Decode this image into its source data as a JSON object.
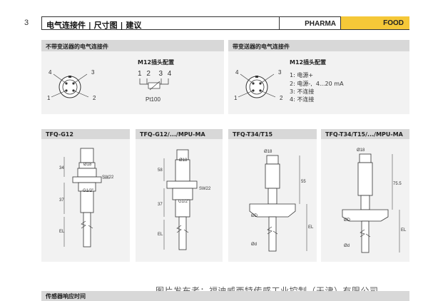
{
  "page_number": "3",
  "header": {
    "title": "电气连接件 | 尺寸图 | 建议",
    "pharma": "PHARMA",
    "food": "FOOD",
    "food_color": "#f5c838"
  },
  "panel_left": {
    "title": "不带变送器的电气连接件",
    "pins": [
      "4",
      "3",
      "1",
      "2"
    ],
    "m12_title": "M12插头配置",
    "m12_pins": "1 2  3 4",
    "sensor_label": "Pt100"
  },
  "panel_right": {
    "title": "带变送器的电气连接件",
    "pins": [
      "4",
      "3",
      "1",
      "2"
    ],
    "m12_title": "M12插头配置",
    "legend": [
      "1: 电源+",
      "2: 电源-,  4...20 mA",
      "3: 不连接",
      "4: 不连接"
    ]
  },
  "drawings": [
    {
      "title": "TFQ-G12",
      "labels": {
        "dia": "Ø18",
        "a": "34",
        "b": "37",
        "sw": "SW22",
        "thread": "G1/2\"",
        "el": "EL"
      }
    },
    {
      "title": "TFQ-G12/.../MPU-MA",
      "labels": {
        "dia": "Ø18",
        "a": "58",
        "b": "37",
        "sw": "SW22",
        "thread": "G1/2\"",
        "el": "EL"
      }
    },
    {
      "title": "TFQ-T34/T15",
      "labels": {
        "dia": "Ø18",
        "a": "55",
        "d1": "ØD",
        "d2": "Ød",
        "el": "EL"
      }
    },
    {
      "title": "TFQ-T34/T15/.../MPU-MA",
      "labels": {
        "dia": "Ø18",
        "a": "75.5",
        "d1": "ØD",
        "d2": "Ød",
        "el": "EL"
      }
    }
  ],
  "watermark": "图片发布者：福迪威西特传感工业控制（天津）有限公司",
  "bottom_section": "传感器响应时间"
}
